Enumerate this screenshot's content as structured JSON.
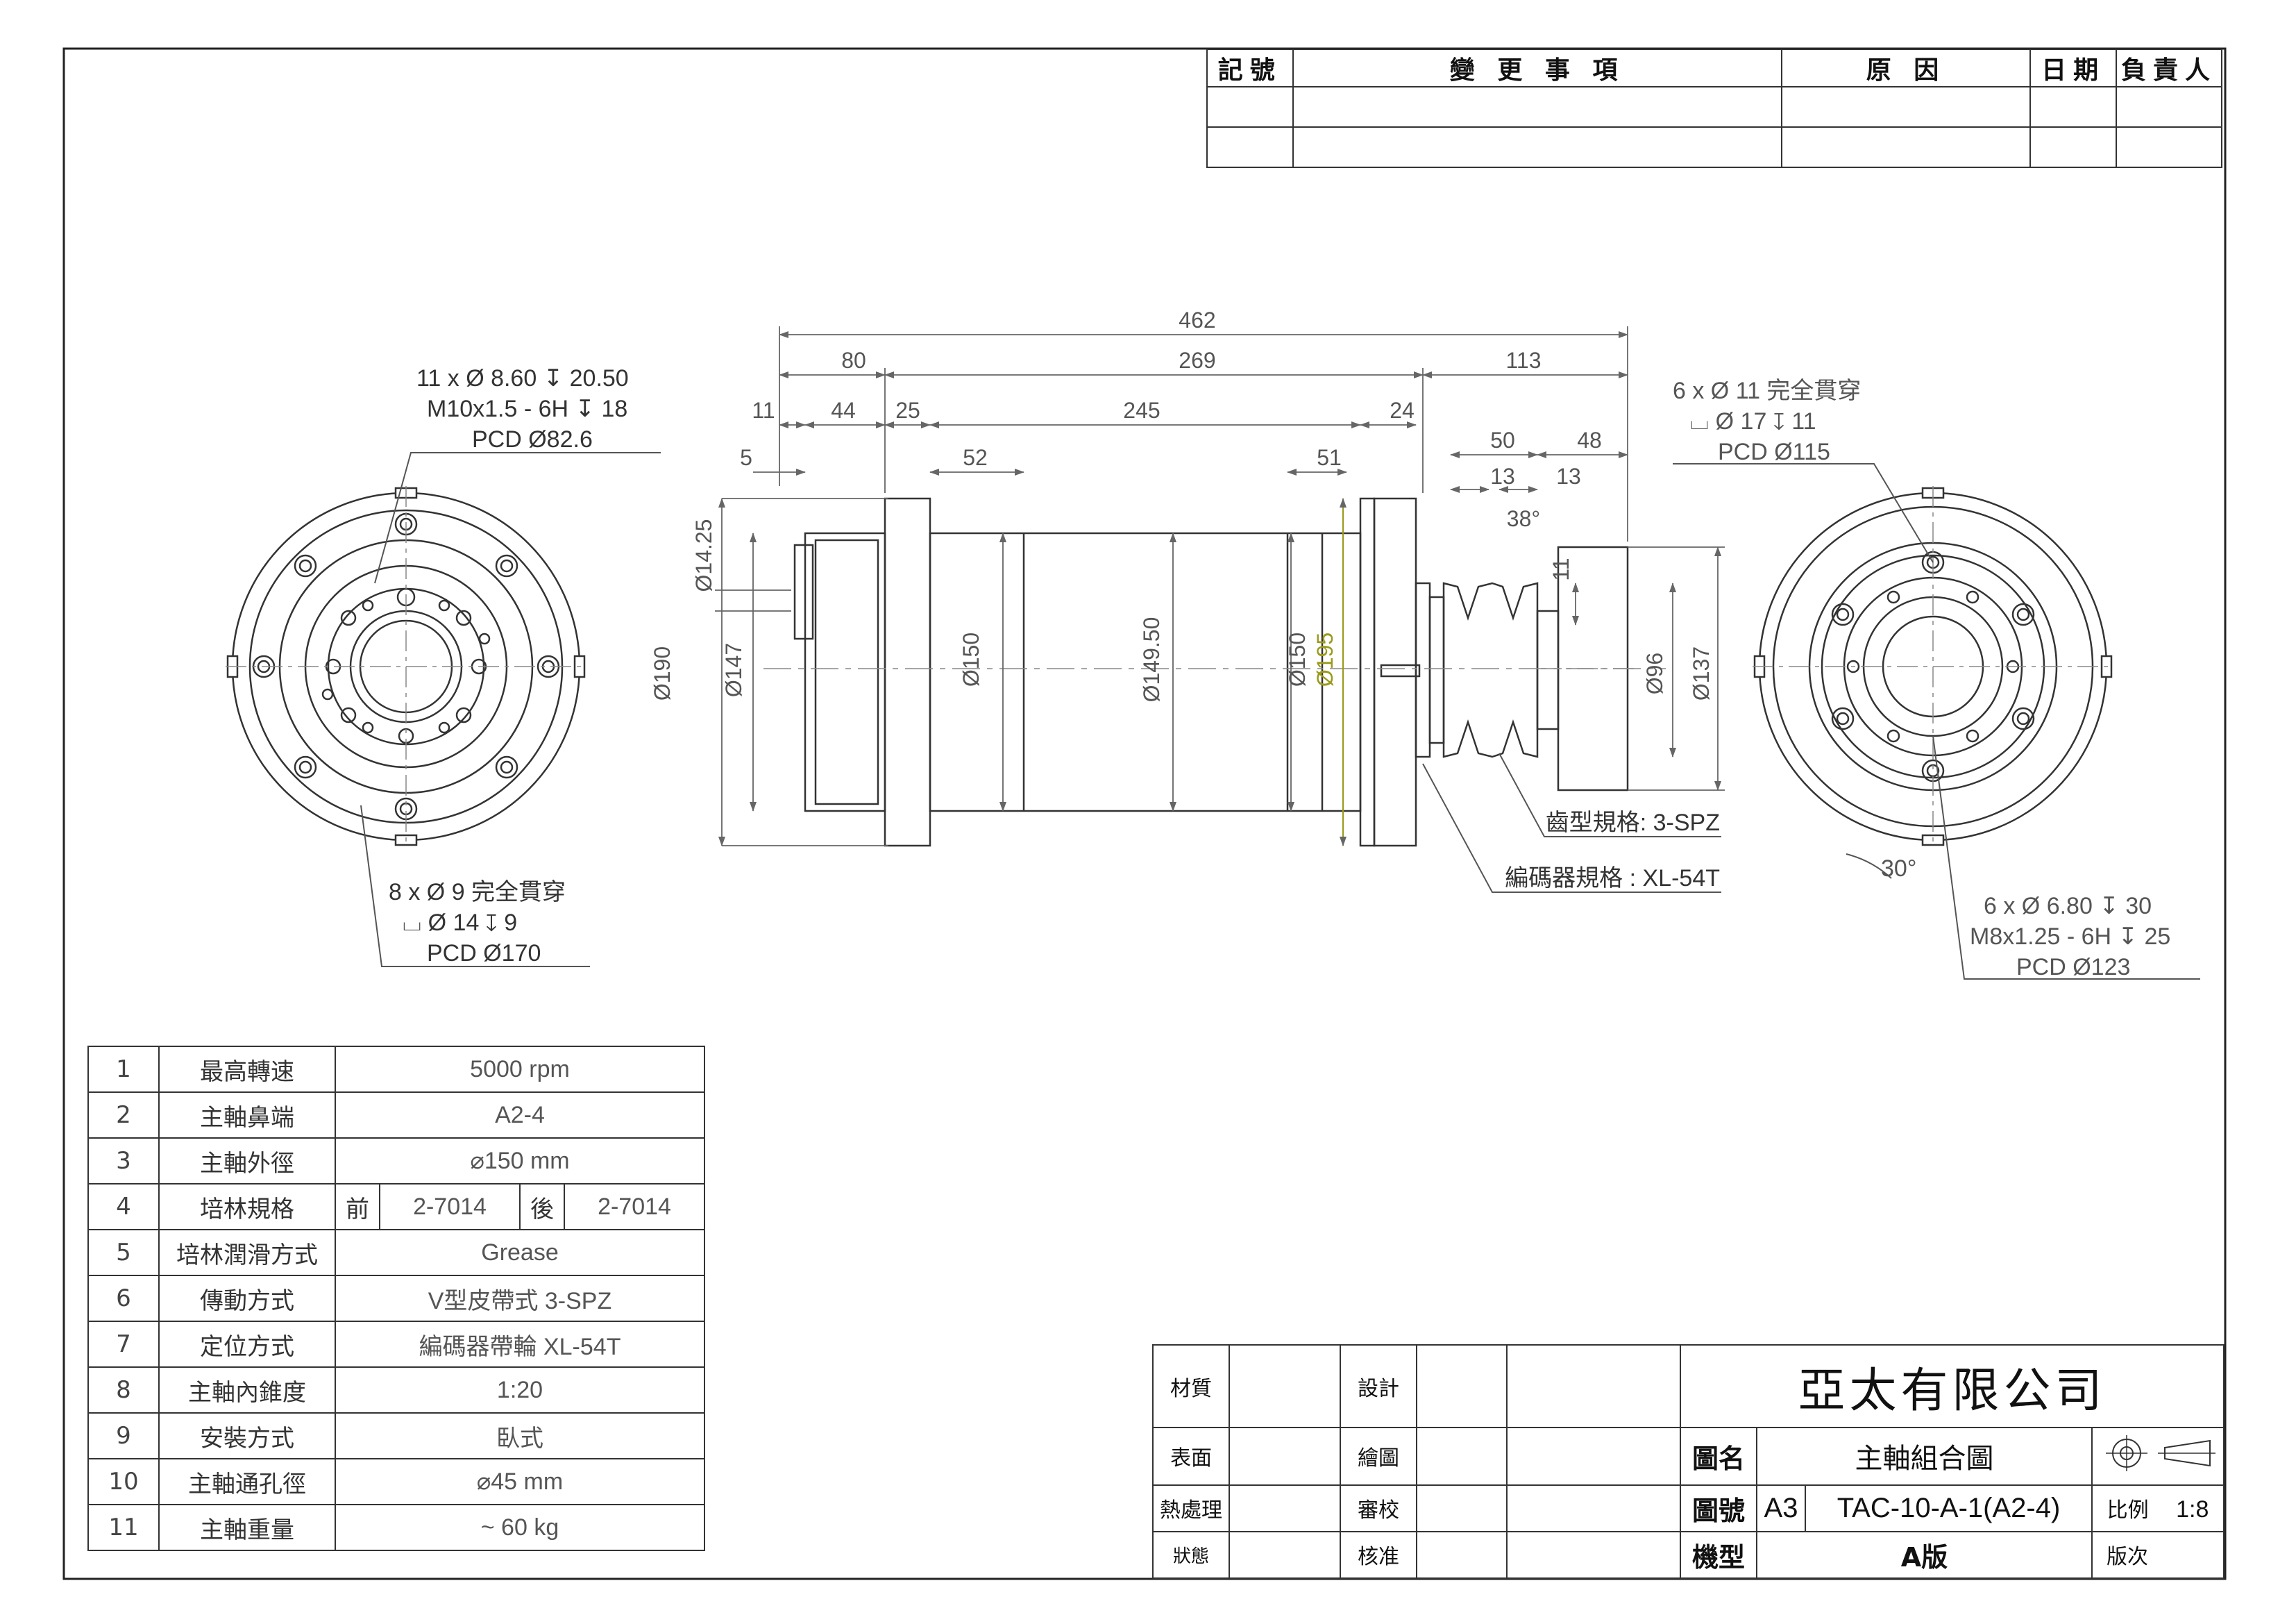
{
  "revision_table": {
    "headers": [
      "記號",
      "變 更 事 項",
      "原 因",
      "日期",
      "負責人"
    ]
  },
  "dimensions": {
    "overall_length": "462",
    "segment_80": "80",
    "segment_269": "269",
    "segment_113": "113",
    "d11": "11",
    "d44": "44",
    "d25": "25",
    "d245": "245",
    "d24": "24",
    "d5": "5",
    "d52": "52",
    "d51": "51",
    "d50": "50",
    "d48": "48",
    "d13a": "13",
    "d13b": "13",
    "angle38": "38°",
    "d11v": "11",
    "dia_14_25": "Ø14.25",
    "dia_147": "Ø147",
    "dia_190": "Ø190",
    "dia_150a": "Ø150",
    "dia_149_50": "Ø149.50",
    "dia_150b": "Ø150",
    "dia_195": "Ø195",
    "dia_96": "Ø96",
    "dia_137": "Ø137"
  },
  "notes": {
    "front_top": [
      "11 x Ø 8.60 ↧ 20.50",
      "M10x1.5 - 6H ↧ 18",
      "PCD Ø82.6"
    ],
    "front_bottom": [
      "8 x Ø 9 完全貫穿",
      "⌴ Ø 14 ↧ 9",
      "PCD Ø170"
    ],
    "rear_top": [
      "6 x Ø 11 完全貫穿",
      "⌴ Ø 17 ↧ 11",
      "PCD Ø115"
    ],
    "rear_bottom": [
      "6 x Ø 6.80 ↧ 30",
      "M8x1.25 - 6H ↧ 25",
      "PCD Ø123"
    ],
    "rear_angle": "30°",
    "pulley_spec": "齒型規格: 3-SPZ",
    "encoder_spec": "編碼器規格 : XL-54T"
  },
  "spec_table": [
    {
      "no": "1",
      "item": "最高轉速",
      "value": "5000 rpm"
    },
    {
      "no": "2",
      "item": "主軸鼻端",
      "value": "A2-4"
    },
    {
      "no": "3",
      "item": "主軸外徑",
      "value": "⌀150 mm"
    },
    {
      "no": "4",
      "item": "培林規格",
      "front_label": "前",
      "front": "2-7014",
      "rear_label": "後",
      "rear": "2-7014"
    },
    {
      "no": "5",
      "item": "培林潤滑方式",
      "value": "Grease"
    },
    {
      "no": "6",
      "item": "傳動方式",
      "value": "V型皮帶式  3-SPZ"
    },
    {
      "no": "7",
      "item": "定位方式",
      "value": "編碼器帶輪   XL-54T"
    },
    {
      "no": "8",
      "item": "主軸內錐度",
      "value": "1:20"
    },
    {
      "no": "9",
      "item": "安裝方式",
      "value": "臥式"
    },
    {
      "no": "10",
      "item": "主軸通孔徑",
      "value": "⌀45 mm"
    },
    {
      "no": "11",
      "item": "主軸重量",
      "value": "~ 60 kg"
    }
  ],
  "title_block": {
    "material": "材質",
    "surface": "表面",
    "heat_treatment": "熱處理",
    "status": "狀態",
    "design": "設計",
    "drawing": "繪圖",
    "review": "審校",
    "approve": "核准",
    "company": "亞太有限公司",
    "drawing_name_label": "圖名",
    "drawing_name": "主軸組合圖",
    "drawing_no_label": "圖號",
    "paper_size": "A3",
    "drawing_no": "TAC-10-A-1(A2-4)",
    "scale_label": "比例",
    "scale": "1:8",
    "model_label": "機型",
    "model": "A版",
    "version_label": "版次"
  },
  "colors": {
    "line": "#333333",
    "dimension": "#666666",
    "highlight_dim": "#9a9a1a"
  }
}
